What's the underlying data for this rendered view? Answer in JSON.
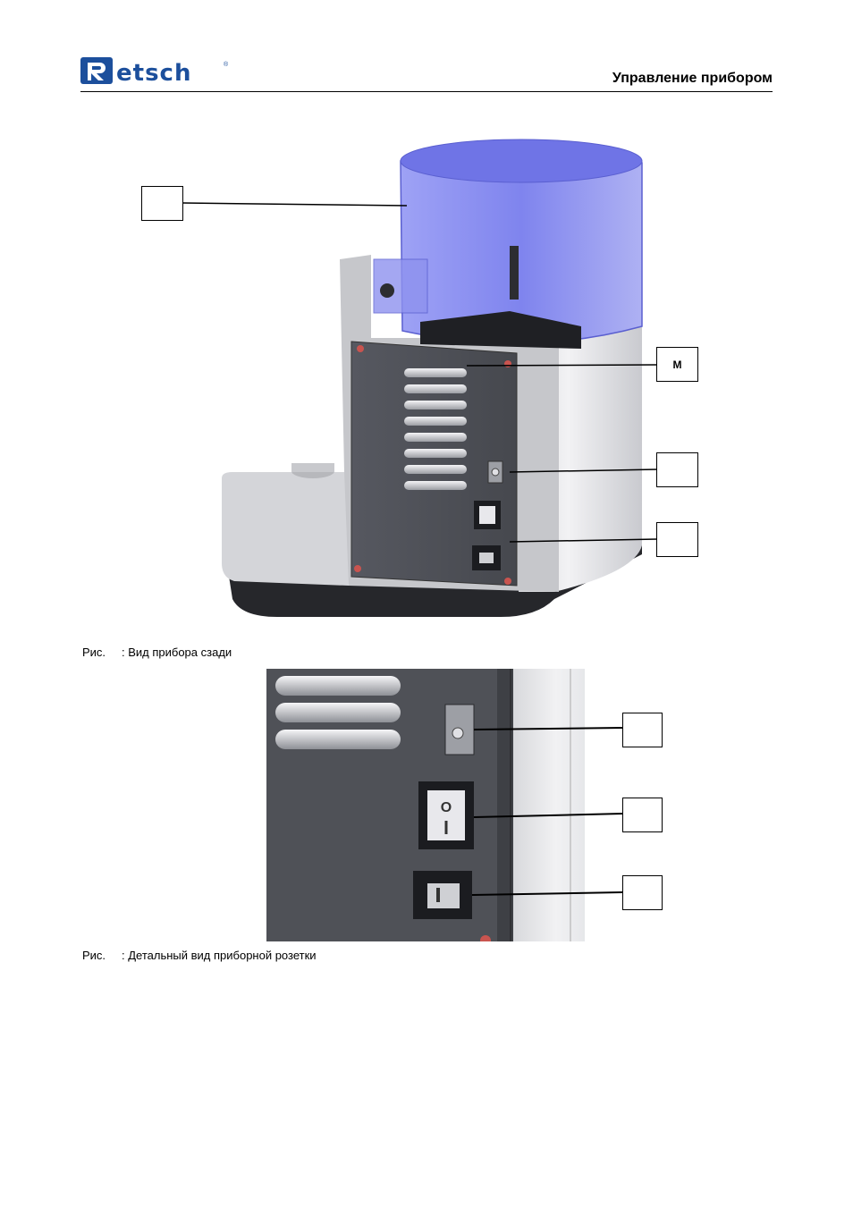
{
  "header": {
    "logo_text": "Retsch",
    "title": "Управление прибором"
  },
  "figure1": {
    "caption_prefix": "Рис.",
    "caption_text": ": Вид прибора сзади",
    "callouts": [
      "",
      "M",
      "",
      ""
    ]
  },
  "figure2": {
    "caption_prefix": "Рис.",
    "caption_text": ": Детальный вид приборной розетки",
    "callouts": [
      "",
      "",
      ""
    ],
    "switch_label": "O"
  },
  "colors": {
    "cover_blue": "#7a7ff0",
    "panel_gray": "#4b4d53",
    "housing_light": "#e6e7ea",
    "base_dark": "#26272b",
    "logo_blue": "#1c4f9c"
  }
}
